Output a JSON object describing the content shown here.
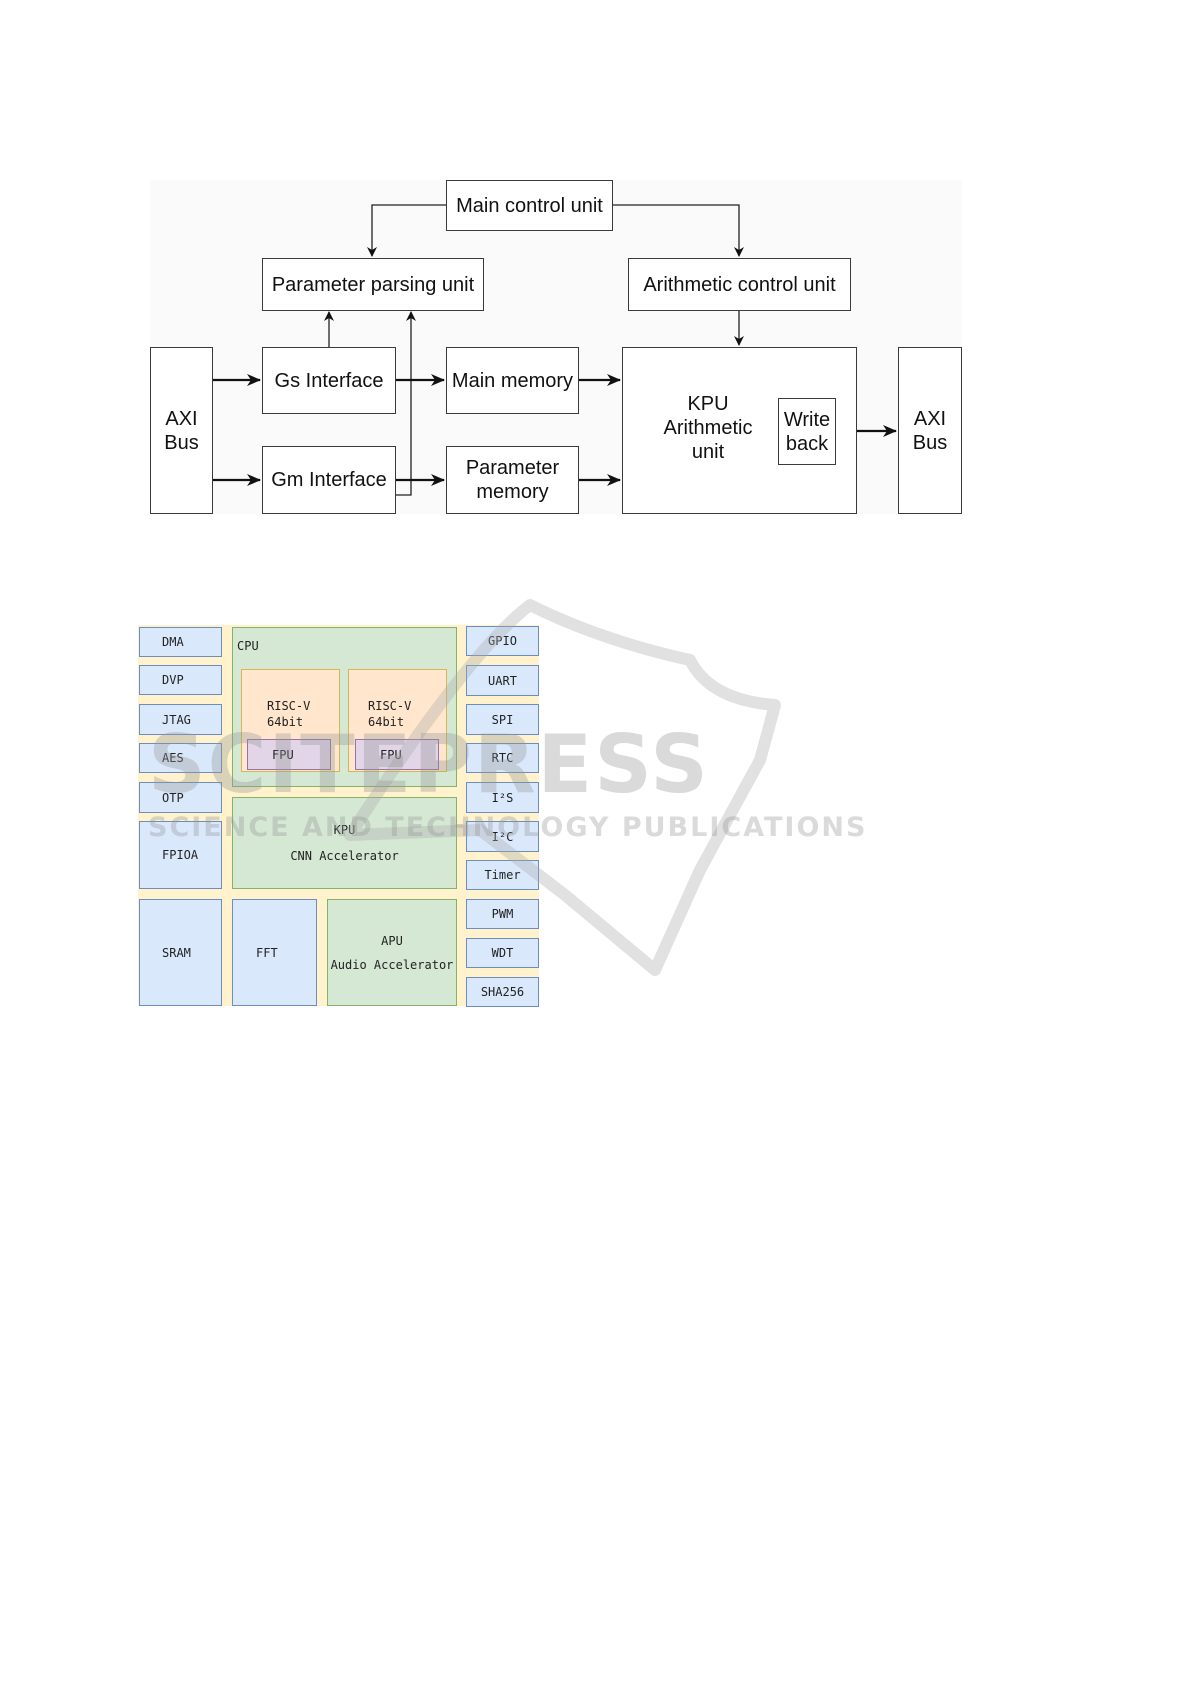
{
  "figure1": {
    "title": "KPU architecture block diagram",
    "blocks": {
      "main_control_unit": "Main control unit",
      "parameter_parsing_unit": "Parameter parsing unit",
      "arithmetic_control_unit": "Arithmetic control unit",
      "axi_bus_in": [
        "AXI",
        "Bus"
      ],
      "gs_interface": "Gs Interface",
      "gm_interface": "Gm Interface",
      "main_memory": "Main memory",
      "parameter_memory": [
        "Parameter",
        "memory"
      ],
      "kpu_arithmetic_unit": [
        "KPU",
        "Arithmetic",
        "unit"
      ],
      "write_back": [
        "Write",
        "back"
      ],
      "axi_bus_out": [
        "AXI",
        "Bus"
      ]
    },
    "connections": [
      {
        "from": "Main control unit",
        "to": "Parameter parsing unit"
      },
      {
        "from": "Main control unit",
        "to": "Arithmetic control unit"
      },
      {
        "from": "Arithmetic control unit",
        "to": "KPU Arithmetic unit"
      },
      {
        "from": "AXI Bus",
        "to": "Gs Interface"
      },
      {
        "from": "AXI Bus",
        "to": "Gm Interface"
      },
      {
        "from": "Gs Interface",
        "to": "Parameter parsing unit"
      },
      {
        "from": "Gm Interface",
        "to": "Parameter parsing unit"
      },
      {
        "from": "Gs Interface",
        "to": "Main memory"
      },
      {
        "from": "Gm Interface",
        "to": "Parameter memory"
      },
      {
        "from": "Main memory",
        "to": "KPU Arithmetic unit"
      },
      {
        "from": "Parameter memory",
        "to": "KPU Arithmetic unit"
      },
      {
        "from": "KPU Arithmetic unit",
        "to": "AXI Bus"
      }
    ]
  },
  "figure2": {
    "title": "SoC block diagram",
    "left_column": [
      "DMA",
      "DVP",
      "JTAG",
      "AES",
      "OTP",
      "FPIOA",
      "SRAM"
    ],
    "cpu": {
      "label": "CPU",
      "cores": [
        {
          "label": [
            "RISC-V",
            "64bit"
          ],
          "fpu": "FPU"
        },
        {
          "label": [
            "RISC-V",
            "64bit"
          ],
          "fpu": "FPU"
        }
      ]
    },
    "kpu": {
      "label": "KPU",
      "sublabel": "CNN Accelerator"
    },
    "fft": "FFT",
    "apu": {
      "label": "APU",
      "sublabel": "Audio Accelerator"
    },
    "right_column": [
      "GPIO",
      "UART",
      "SPI",
      "RTC",
      "I²S",
      "I²C",
      "Timer",
      "PWM",
      "WDT",
      "SHA256"
    ],
    "colors": {
      "background": "#fff2cc",
      "peripheral": "#dae8fc",
      "accelerator": "#d5e8d4",
      "core": "#ffe6cc",
      "fpu": "#e1d5e7"
    }
  },
  "watermark": {
    "line1": "SCITEPRESS",
    "line2": "SCIENCE AND TECHNOLOGY PUBLICATIONS"
  }
}
